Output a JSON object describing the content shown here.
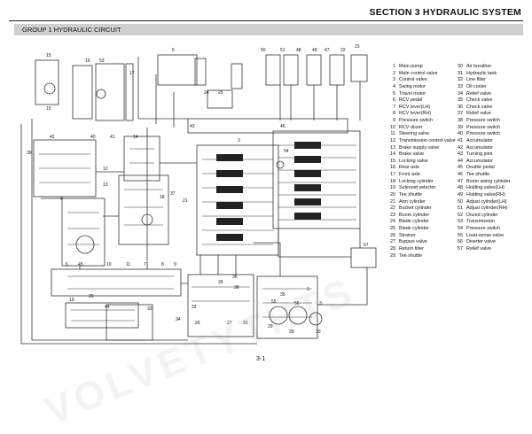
{
  "page": {
    "title": "SECTION 3  HYDRAULIC SYSTEM",
    "group_title": "GROUP  1  HYDRAULIC CIRCUIT",
    "page_number": "3-1",
    "watermark": "VOLVETYTHTS"
  },
  "legend": {
    "col1": [
      {
        "num": "1",
        "label": "Main pump"
      },
      {
        "num": "2",
        "label": "Main control valve"
      },
      {
        "num": "3",
        "label": "Control valve"
      },
      {
        "num": "4",
        "label": "Swing motor"
      },
      {
        "num": "5",
        "label": "Travel motor"
      },
      {
        "num": "6",
        "label": "RCV pedal"
      },
      {
        "num": "7",
        "label": "RCV lever(LH)"
      },
      {
        "num": "8",
        "label": "RCV lever(RH)"
      },
      {
        "num": "9",
        "label": "Pressure switch"
      },
      {
        "num": "10",
        "label": "RCV dozer"
      },
      {
        "num": "11",
        "label": "Steering valve"
      },
      {
        "num": "12",
        "label": "Transmission control valve"
      },
      {
        "num": "13",
        "label": "Brake supply valve"
      },
      {
        "num": "14",
        "label": "Brake valve"
      },
      {
        "num": "15",
        "label": "Locking valve"
      },
      {
        "num": "16",
        "label": "Rear axle"
      },
      {
        "num": "17",
        "label": "Front axle"
      },
      {
        "num": "18",
        "label": "Locking cylinder"
      },
      {
        "num": "19",
        "label": "Solenoid selector"
      },
      {
        "num": "20",
        "label": "Tee shuttle"
      },
      {
        "num": "21",
        "label": "Arm cylinder"
      },
      {
        "num": "22",
        "label": "Bucket cylinder"
      },
      {
        "num": "23",
        "label": "Boom cylinder"
      },
      {
        "num": "24",
        "label": "Blade cylinder"
      },
      {
        "num": "25",
        "label": "Blade cylinder"
      },
      {
        "num": "26",
        "label": "Strainer"
      },
      {
        "num": "27",
        "label": "Bypass valve"
      },
      {
        "num": "28",
        "label": "Return filter"
      },
      {
        "num": "29",
        "label": "Tee shuttle"
      }
    ],
    "col2": [
      {
        "num": "30",
        "label": "Air breather"
      },
      {
        "num": "31",
        "label": "Hydraulic tank"
      },
      {
        "num": "32",
        "label": "Line filter"
      },
      {
        "num": "33",
        "label": "Oil cooler"
      },
      {
        "num": "34",
        "label": "Relief valve"
      },
      {
        "num": "35",
        "label": "Check valve"
      },
      {
        "num": "36",
        "label": "Check valve"
      },
      {
        "num": "37",
        "label": "Relief valve"
      },
      {
        "num": "38",
        "label": "Pressure switch"
      },
      {
        "num": "39",
        "label": "Pressure switch"
      },
      {
        "num": "40",
        "label": "Pressure switch"
      },
      {
        "num": "41",
        "label": "Accumulator"
      },
      {
        "num": "42",
        "label": "Accumulator"
      },
      {
        "num": "43",
        "label": "Turning joint"
      },
      {
        "num": "44",
        "label": "Accumulator"
      },
      {
        "num": "45",
        "label": "Double pedal"
      },
      {
        "num": "46",
        "label": "Tee shuttle"
      },
      {
        "num": "47",
        "label": "Boom swing cylinder"
      },
      {
        "num": "48",
        "label": "Holding valve(LH)"
      },
      {
        "num": "49",
        "label": "Holding valve(RH)"
      },
      {
        "num": "50",
        "label": "Adjust cylinder(LH)"
      },
      {
        "num": "51",
        "label": "Adjust cylinder(RH)"
      },
      {
        "num": "52",
        "label": "Dozed cylinder"
      },
      {
        "num": "53",
        "label": "Transmission"
      },
      {
        "num": "54",
        "label": "Pressure switch"
      },
      {
        "num": "55",
        "label": "Load-sense valve"
      },
      {
        "num": "56",
        "label": "Diverter valve"
      },
      {
        "num": "57",
        "label": "Relief valve"
      }
    ]
  },
  "callouts": [
    "15",
    "16",
    "53",
    "17",
    "15",
    "5",
    "24",
    "25",
    "50",
    "51",
    "48",
    "49",
    "47",
    "22",
    "23",
    "43",
    "46",
    "54",
    "2",
    "42",
    "40",
    "41",
    "14",
    "39",
    "12",
    "13",
    "18",
    "37",
    "21",
    "4",
    "57",
    "6",
    "45",
    "10",
    "11",
    "7",
    "8",
    "9",
    "19",
    "20",
    "44",
    "32",
    "34",
    "39",
    "36",
    "38",
    "33",
    "26",
    "27",
    "31",
    "1",
    "3",
    "35",
    "55",
    "56",
    "29",
    "28",
    "30"
  ]
}
